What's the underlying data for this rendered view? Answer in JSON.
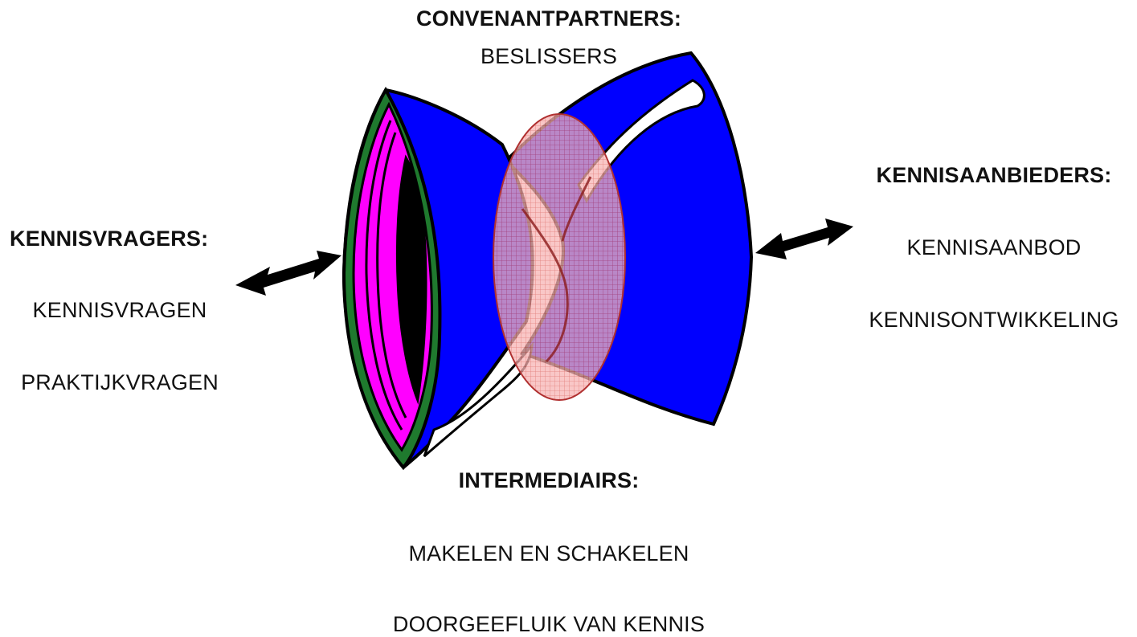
{
  "top": {
    "title": "CONVENANTPARTNERS:",
    "line1": "BESLISSERS"
  },
  "left": {
    "title": "KENNISVRAGERS:",
    "line1": "KENNISVRAGEN",
    "line2": "PRAKTIJKVRAGEN"
  },
  "right": {
    "title": "KENNISAANBIEDERS:",
    "line1": "KENNISAANBOD",
    "line2": "KENNISONTWIKKELING"
  },
  "bottom": {
    "title": "INTERMEDIAIRS:",
    "line1": "MAKELEN EN SCHAKELEN",
    "line2": "DOORGEEFLUIK VAN KENNIS"
  },
  "colors": {
    "funnel_blue": "#0000ff",
    "rim_green": "#1f7a2e",
    "rim_magenta": "#ff00ff",
    "center_pink": "#f08a8a",
    "outline": "#000000"
  },
  "icons": [
    "double-arrow-left-icon",
    "double-arrow-right-icon"
  ]
}
